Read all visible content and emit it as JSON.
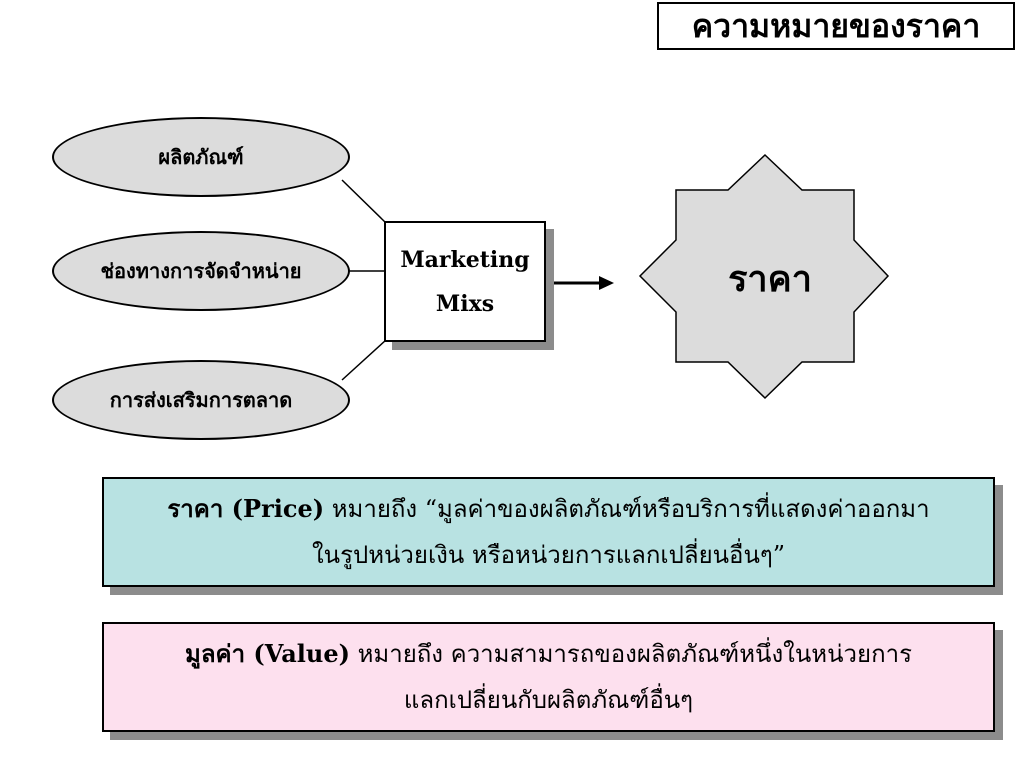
{
  "title": "ความหมายของราคา",
  "inputs": [
    {
      "label": "ผลิตภัณฑ์"
    },
    {
      "label": "ช่องทางการจัดจำหน่าย"
    },
    {
      "label": "การส่งเสริมการตลาด"
    }
  ],
  "mix": {
    "line1": "Marketing",
    "line2": "Mixs"
  },
  "output": {
    "label": "ราคา"
  },
  "definitions": {
    "price": {
      "term": "ราคา (Price)",
      "line1": "หมายถึง “มูลค่าของผลิตภัณฑ์หรือบริการที่แสดงค่าออกมา",
      "line2": "ในรูปหน่วยเงิน หรือหน่วยการแลกเปลี่ยนอื่นๆ”"
    },
    "value": {
      "term": "มูลค่า (Value)",
      "line1": "หมายถึง ความสามารถของผลิตภัณฑ์หนึ่งในหน่วยการ",
      "line2": "แลกเปลี่ยนกับผลิตภัณฑ์อื่นๆ"
    }
  },
  "colors": {
    "ellipse_fill": "#dcdcdc",
    "star_fill": "#dcdcdc",
    "price_box": "#b8e2e2",
    "value_box": "#fde0ee",
    "shadow": "#8c8c8c"
  }
}
